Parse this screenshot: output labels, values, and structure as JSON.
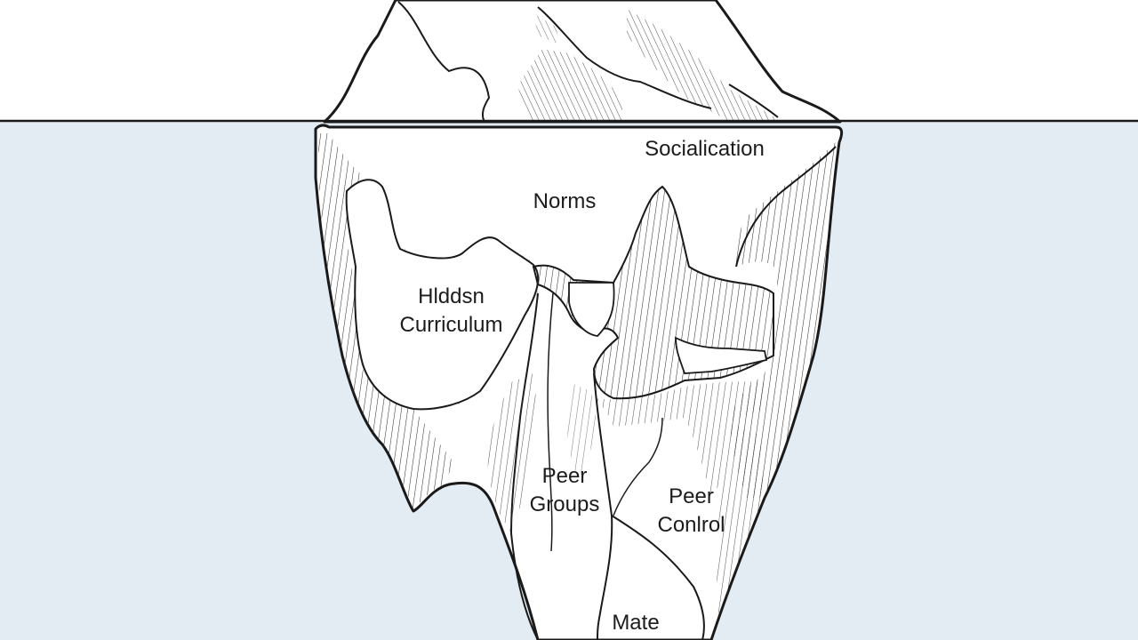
{
  "labels": {
    "socialication": "Socialication",
    "norms": "Norms",
    "hidden_curriculum": [
      "Hlddsn",
      "Curriculum"
    ],
    "peer_groups": [
      "Peer",
      "Groups"
    ],
    "peer_control": [
      "Peer",
      "Conlrol"
    ],
    "mate": "Mate"
  },
  "colors": {
    "water": "#e3ecf2",
    "sky": "#ffffff",
    "ice": "#ffffff",
    "outline": "#1a1a1a",
    "hatch": "#333333"
  }
}
